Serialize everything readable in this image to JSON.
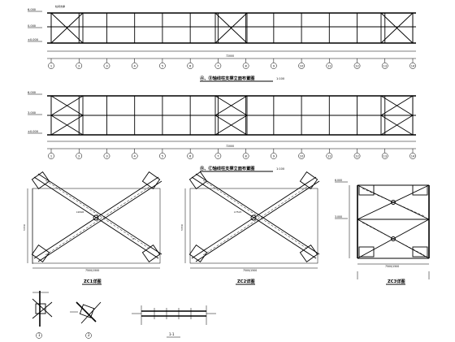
{
  "elevation_1": {
    "title": "Ⓐ、Ⓓ轴线柱支撑立面布置图",
    "scale": "1:100",
    "axis_labels": [
      "1",
      "2",
      "3",
      "4",
      "5",
      "6",
      "7",
      "8",
      "9",
      "10",
      "11",
      "12",
      "13",
      "14"
    ],
    "elev_top": "6.000",
    "elev_mid": "0.000",
    "total_dim": "72000",
    "braced_bay_note": "柱间支撑"
  },
  "elevation_2": {
    "title": "Ⓑ、Ⓒ轴线柱支撑立面布置图",
    "scale": "1:100",
    "axis_labels": [
      "1",
      "2",
      "3",
      "4",
      "5",
      "6",
      "7",
      "8",
      "9",
      "10",
      "11",
      "12",
      "13",
      "14"
    ],
    "elev_top": "6.000",
    "elev_mid": "3.000",
    "total_dim": "72000"
  },
  "detail_1": {
    "title": "ZC1详图",
    "span_label": "7500/1500",
    "height_label": "5350",
    "member_note": "L90x6",
    "plate_note": "-8"
  },
  "detail_2": {
    "title": "ZC2详图",
    "span_label": "7500/1500",
    "height_label": "5350",
    "member_note": "L75x5"
  },
  "detail_3": {
    "title": "ZC3详图",
    "span_label": "7500/1500",
    "elev_top": "6.000",
    "elev_mid": "3.000"
  },
  "node_1": {
    "label": "1"
  },
  "node_2": {
    "label": "2"
  },
  "section": {
    "label": "1-1"
  }
}
